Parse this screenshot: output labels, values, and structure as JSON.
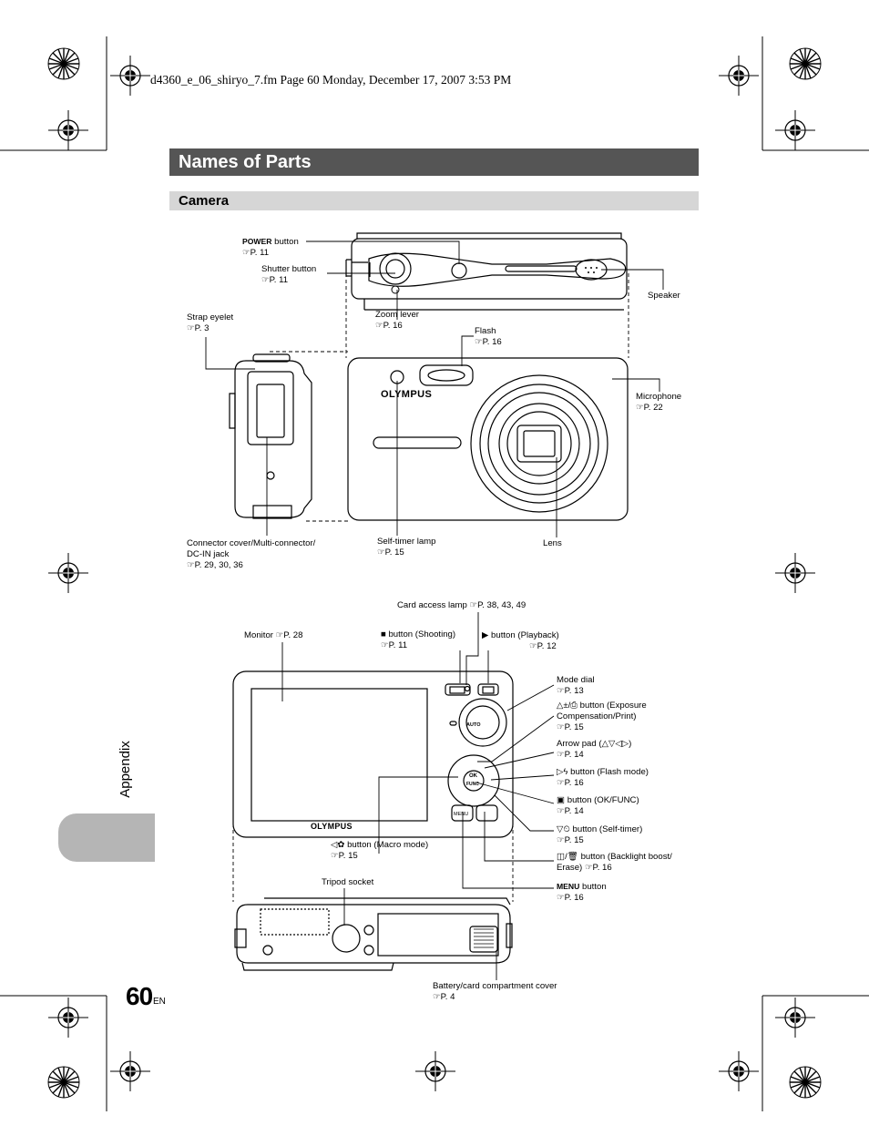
{
  "header": {
    "file_line": "d4360_e_06_shiryo_7.fm  Page 60  Monday, December 17, 2007  3:53 PM"
  },
  "section": {
    "title": "Names of Parts",
    "subtitle": "Camera"
  },
  "side_tab": {
    "label": "Appendix"
  },
  "footer": {
    "page_number": "60",
    "lang": "EN"
  },
  "brand": {
    "logo_text": "OLYMPUS"
  },
  "colors": {
    "title_bar": "#555555",
    "sub_bar": "#d6d6d6",
    "side_tab": "#b5b5b5"
  },
  "labels": {
    "power": {
      "l1_bold": "POWER",
      "l1_rest": " button",
      "l2": "P. 11"
    },
    "shutter": {
      "l1": "Shutter button",
      "l2": "P. 11"
    },
    "speaker": {
      "l1": "Speaker"
    },
    "strap": {
      "l1": "Strap eyelet",
      "l2": "P. 3"
    },
    "zoom": {
      "l1": "Zoom lever",
      "l2": "P. 16"
    },
    "flash": {
      "l1": "Flash",
      "l2": "P. 16"
    },
    "microphone": {
      "l1": "Microphone",
      "l2": "P. 22"
    },
    "connector": {
      "l1": "Connector cover/Multi-connector/",
      "l2": "DC-IN jack",
      "l3": "P. 29, 30, 36"
    },
    "selftimer_lamp": {
      "l1": "Self-timer lamp",
      "l2": "P. 15"
    },
    "lens": {
      "l1": "Lens"
    },
    "card_access": {
      "l1": "Card access lamp",
      "l1b": "P. 38, 43, 49"
    },
    "monitor": {
      "l1": "Monitor",
      "l1b": "P. 28"
    },
    "shooting": {
      "l1": " button (Shooting)",
      "l2": "P. 11"
    },
    "playback": {
      "l1": " button (Playback)",
      "l2": "P. 12"
    },
    "mode_dial": {
      "l1": "Mode dial",
      "l2": "P. 13"
    },
    "exposure": {
      "l1": " button (Exposure",
      "l2": "Compensation/Print)",
      "l3": "P. 15"
    },
    "arrow_pad": {
      "l1": "Arrow pad (",
      "l1b": ")",
      "l2": "P. 14"
    },
    "flash_mode": {
      "l1": " button (Flash mode)",
      "l2": "P. 16"
    },
    "okfunc": {
      "l1": " button (OK/FUNC)",
      "l2": "P. 14"
    },
    "selftimer": {
      "l1": " button (Self-timer)",
      "l2": "P. 15"
    },
    "backlight": {
      "l1": " button (Backlight boost/",
      "l2": "Erase)",
      "l2b": "P. 16"
    },
    "menu": {
      "l1_bold": "MENU",
      "l1_rest": " button",
      "l2": "P. 16"
    },
    "macro": {
      "l1": " button (Macro mode)",
      "l2": "P. 15"
    },
    "tripod": {
      "l1": "Tripod socket"
    },
    "battery": {
      "l1": "Battery/card compartment cover",
      "l2": "P. 4"
    }
  },
  "camera_marks": {
    "ok": "OK",
    "func": "FUNC",
    "menu_key": "MENU",
    "auto": "AUTO"
  }
}
